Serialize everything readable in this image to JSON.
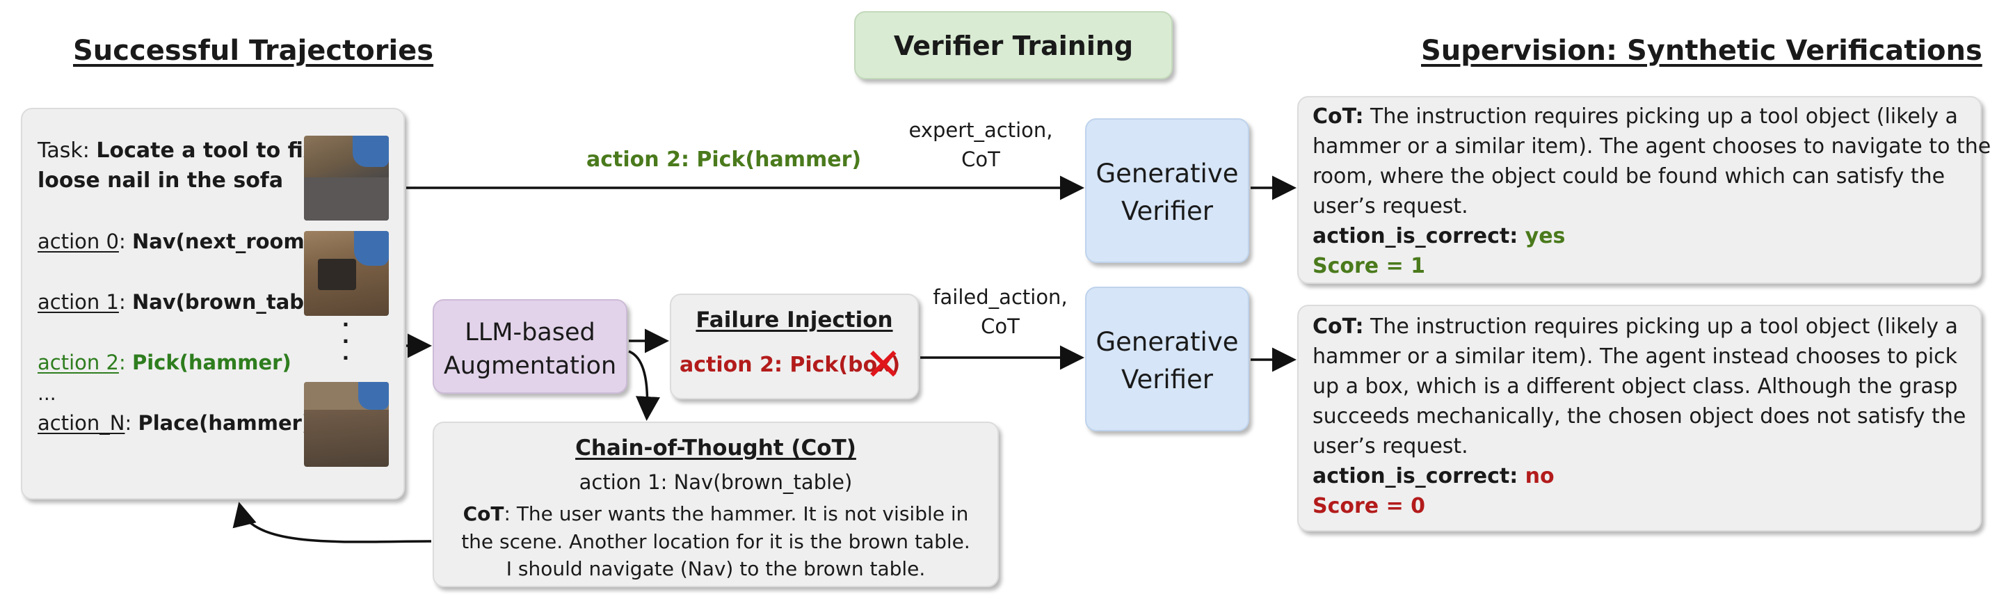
{
  "headings": {
    "left": "Successful Trajectories",
    "center": "Verifier Training",
    "right": "Supervision: Synthetic Verifications"
  },
  "trajectory": {
    "task_prefix": "Task: ",
    "task_line1": "Locate a tool to fix a",
    "task_line2": "loose nail in the sofa",
    "actions": [
      {
        "label": "action 0",
        "sep": ": ",
        "value": "Nav(next_room)"
      },
      {
        "label": "action 1",
        "sep": ": ",
        "value": "Nav(brown_table)"
      },
      {
        "label": "action 2",
        "sep": ":  ",
        "value": "Pick(hammer)"
      },
      {
        "label": "...",
        "sep": "",
        "value": ""
      },
      {
        "label": "action_N",
        "sep": ": ",
        "value": "Place(hammer)"
      }
    ],
    "vdots": "·\n·\n·"
  },
  "arrow_labels": {
    "top_action": "action 2:  Pick(hammer)",
    "expert_line1": "expert_action,",
    "expert_line2": "CoT",
    "failed_line1": "failed_action,",
    "failed_line2": "CoT"
  },
  "augmentation": {
    "line1": "LLM-based",
    "line2": "Augmentation"
  },
  "failure": {
    "title": "Failure Injection",
    "action": "action 2:  Pick(box)",
    "mark": "✕"
  },
  "verifier": {
    "line1": "Generative",
    "line2": "Verifier"
  },
  "cot_box": {
    "title": "Chain-of-Thought (CoT)",
    "action": "action 1:  Nav(brown_table)",
    "cot_label": "CoT",
    "line1": ": The user wants the hammer.  It is not visible in",
    "line2": "the scene. Another location for it is the brown table.",
    "line3": "I should navigate (Nav) to the brown table."
  },
  "verification_correct": {
    "cot_label": "CoT:",
    "lines": [
      " The instruction requires picking up a tool object (likely a",
      "hammer or a similar item). The agent chooses to navigate to the",
      "room, where the object could be found which can satisfy the",
      "user’s request."
    ],
    "flag_label": "action_is_correct: ",
    "flag_value": "yes",
    "score": "Score = 1"
  },
  "verification_incorrect": {
    "cot_label": "CoT:",
    "lines": [
      " The instruction requires picking up a tool object (likely a",
      "hammer or a similar item). The agent instead chooses to pick",
      "up a box, which is a different object class. Although the grasp",
      "succeeds mechanically, the chosen object does not satisfy the",
      "user’s request."
    ],
    "flag_label": "action_is_correct: ",
    "flag_value": "no",
    "score": "Score = 0"
  },
  "colors": {
    "gray_box": "#efefef",
    "lavender_box": "#e2d3ea",
    "green_box": "#d9ebd3",
    "blue_box": "#d6e5f7",
    "green_text": "#4a7a1c",
    "red_text": "#b31b1b",
    "red_mark": "#e0161b"
  }
}
